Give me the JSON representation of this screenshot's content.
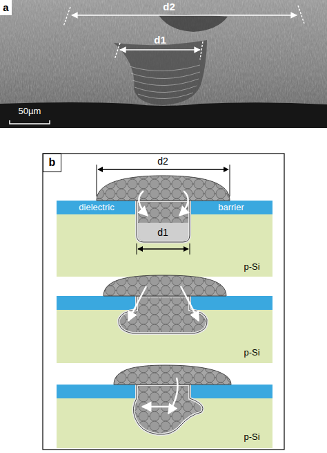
{
  "diagram": {
    "nodes": [
      {
        "text": [
          "a"
        ]
      },
      {
        "text": [
          "b"
        ]
      }
    ],
    "labels": [
      "d2",
      "d1",
      "50µm",
      "d2",
      "d1",
      "dielectric",
      "barrier",
      "p-Si",
      "p-Si",
      "p-Si"
    ]
  }
}
